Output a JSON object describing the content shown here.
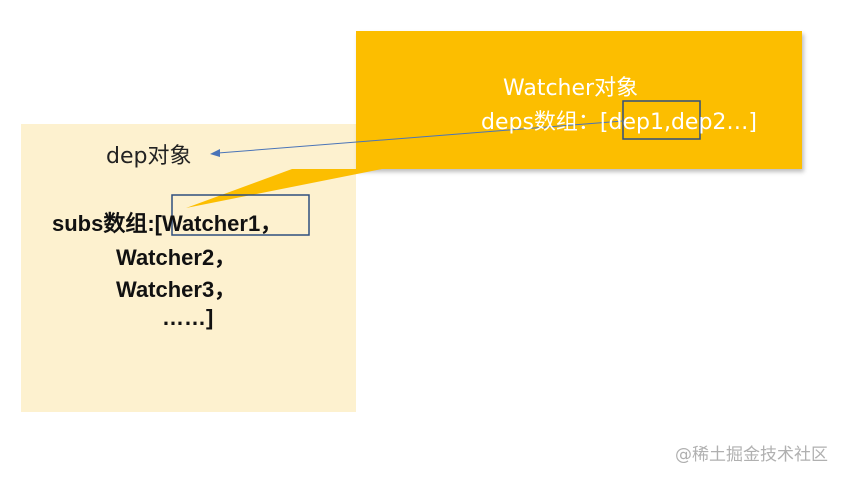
{
  "dep_object": {
    "title": "dep对象",
    "subs_line1": "subs数组:[Watcher1，",
    "subs_line2": "Watcher2，",
    "subs_line3": "Watcher3，",
    "subs_line4": "……]"
  },
  "watcher_object": {
    "title": "Watcher对象",
    "deps_line": "deps数组：[dep1,dep2…]"
  },
  "watermark": "@稀土掘金技术社区",
  "colors": {
    "dep_fill": "#fdf1cf",
    "watcher_fill": "#fcbe00",
    "highlight_border": "#2f4f7f",
    "arrow": "#4a74b8"
  }
}
